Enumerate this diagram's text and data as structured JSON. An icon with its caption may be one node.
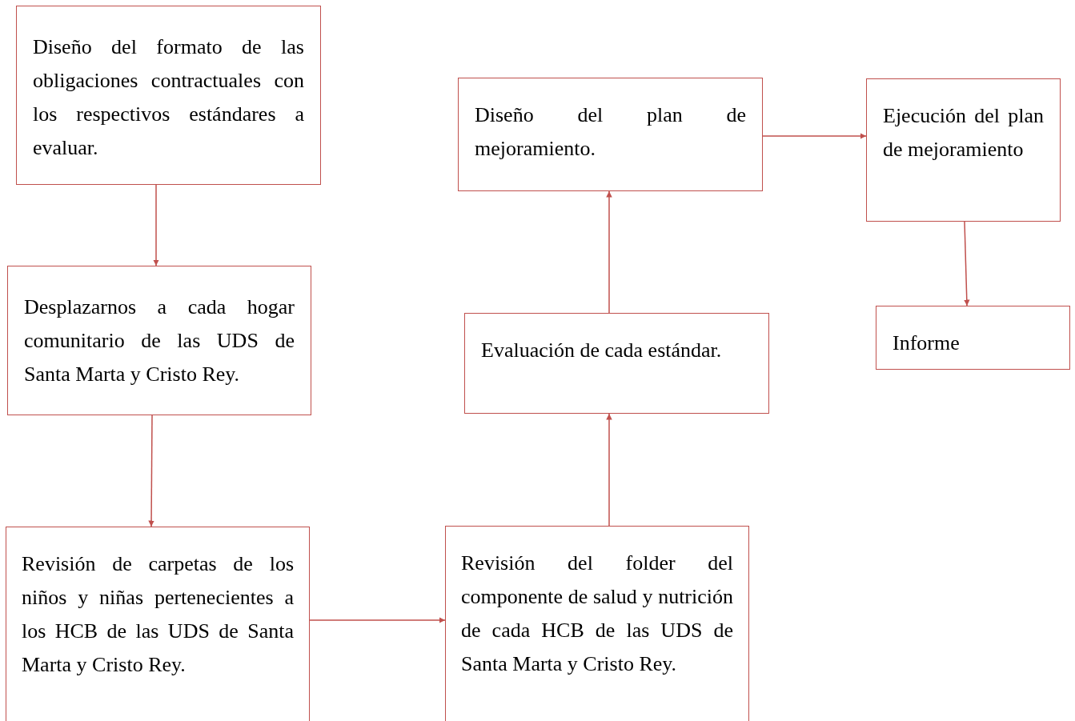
{
  "diagram": {
    "nodes": [
      {
        "text": [
          "Diseño del formato de las obligaciones contractuales con los respectivos estándares a evaluar."
        ]
      },
      {
        "text": [
          "Desplazarnos a cada hogar comunitario de las UDS de Santa Marta y Cristo Rey."
        ]
      },
      {
        "text": [
          "Revisión de carpetas de los niños y niñas pertenecientes a los HCB de las UDS de Santa Marta y Cristo Rey."
        ]
      },
      {
        "text": [
          "Revisión del folder del componente de salud y nutrición de cada HCB de las UDS de Santa Marta y Cristo Rey."
        ]
      },
      {
        "text": [
          "Evaluación de cada estándar."
        ]
      },
      {
        "text": [
          "Diseño del plan de mejoramiento."
        ]
      },
      {
        "text": [
          "Ejecución del plan de mejoramiento"
        ]
      },
      {
        "text": [
          "Informe"
        ]
      }
    ],
    "edges": [
      {
        "from": 0,
        "to": 1,
        "arrow": "to"
      },
      {
        "from": 1,
        "to": 2,
        "arrow": "to"
      },
      {
        "from": 2,
        "to": 3,
        "arrow": "to"
      },
      {
        "from": 3,
        "to": 4,
        "arrow": "to"
      },
      {
        "from": 4,
        "to": 5,
        "arrow": "to"
      },
      {
        "from": 5,
        "to": 6,
        "arrow": "to"
      },
      {
        "from": 6,
        "to": 7,
        "arrow": "to"
      }
    ]
  }
}
